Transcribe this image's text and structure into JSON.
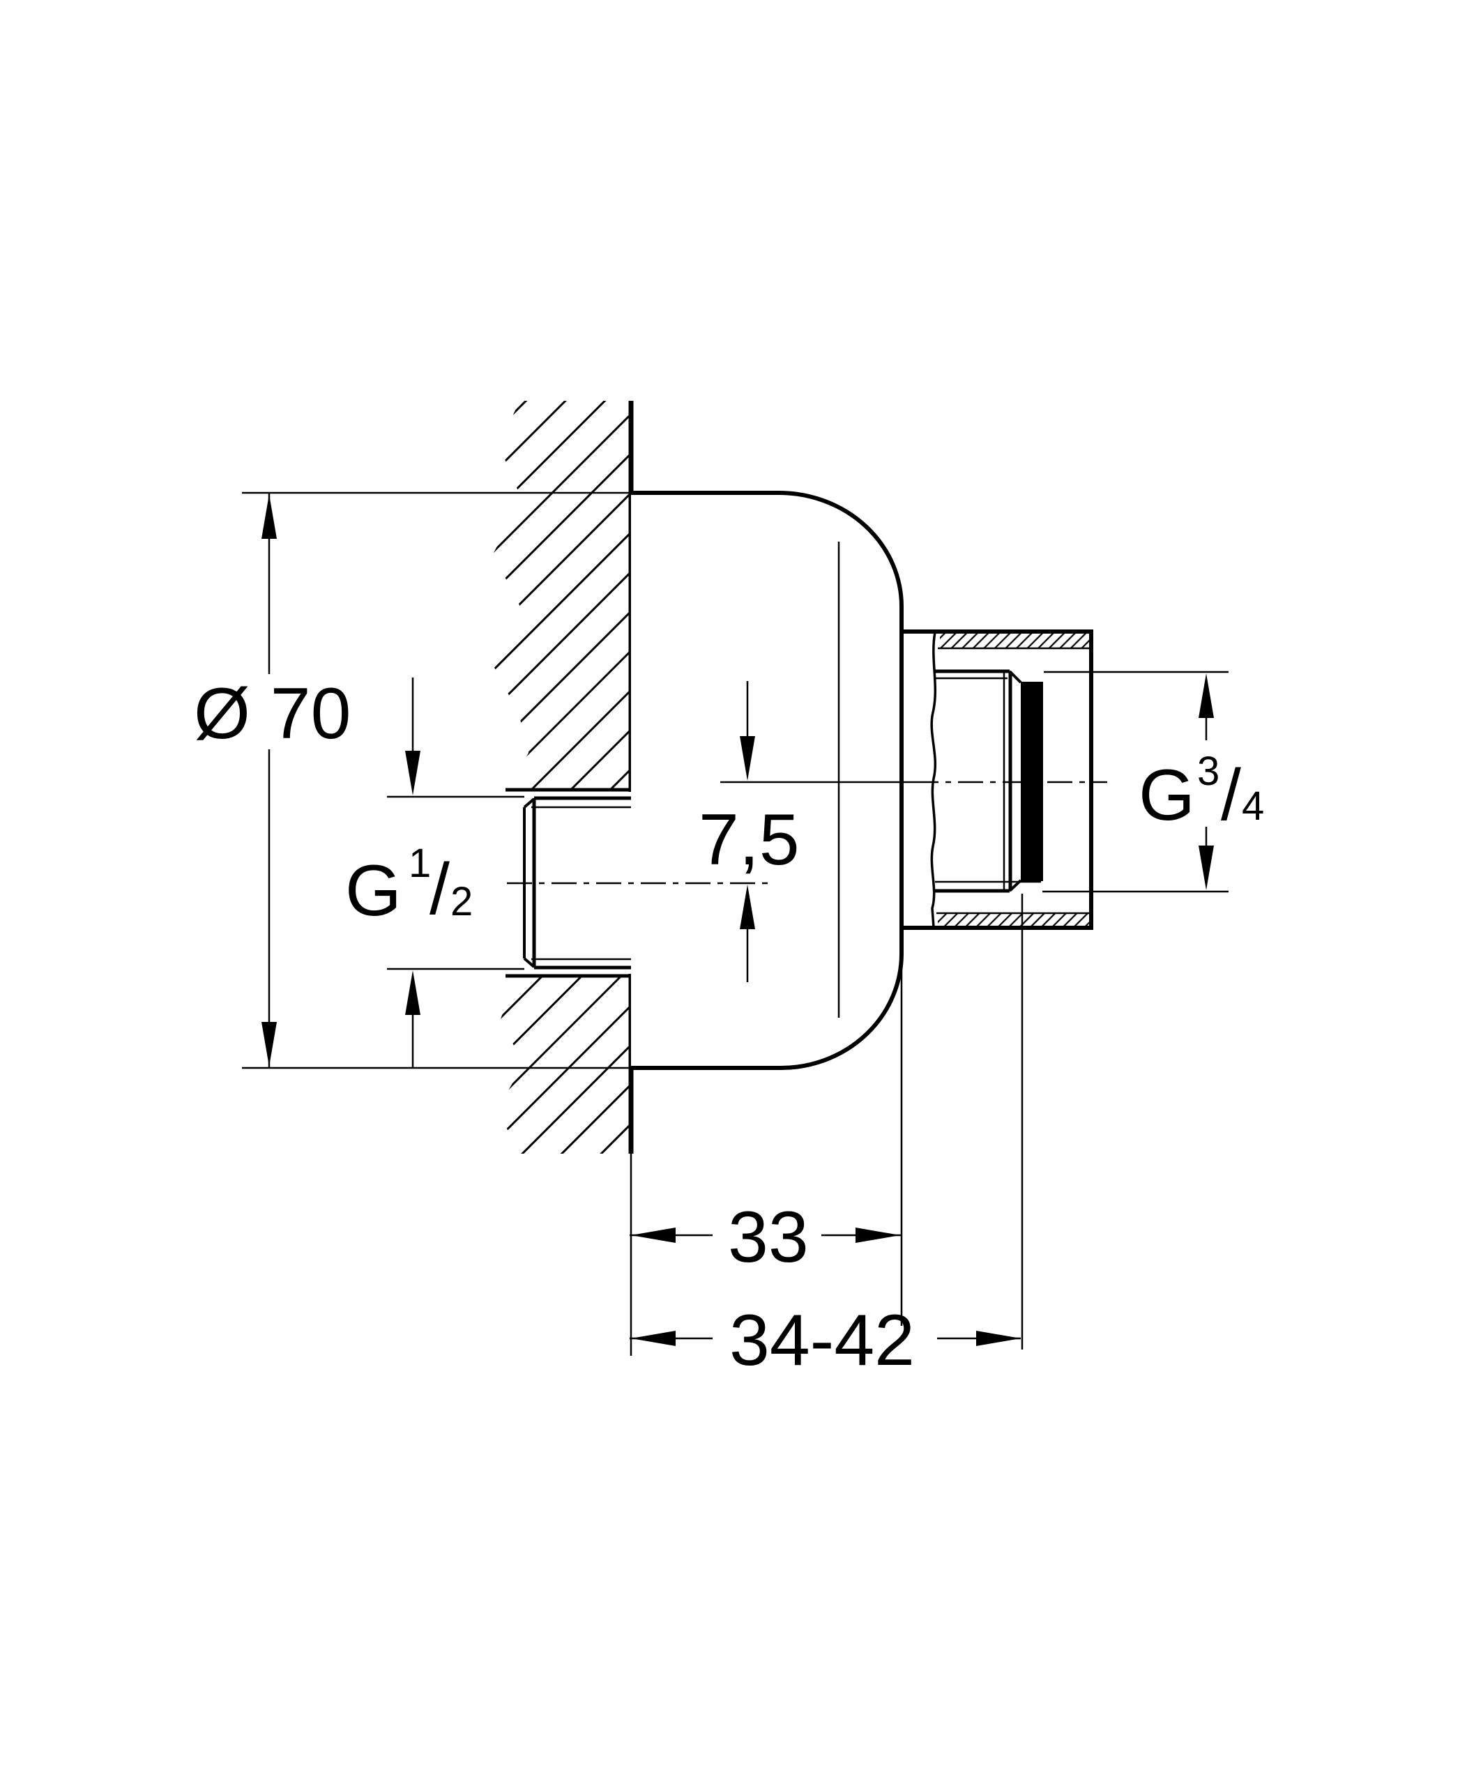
{
  "colors": {
    "ink": "#000000",
    "paper": "#ffffff",
    "seal_fill": "#000000"
  },
  "labels": {
    "diameter": "Ø 70",
    "axis_offset": "7,5",
    "projection": "33",
    "mounting_depth": "34-42",
    "left_thread": {
      "base": "G",
      "num": "1",
      "slash": "/",
      "den": "2"
    },
    "right_thread": {
      "base": "G",
      "num": "3",
      "slash": "/",
      "den": "4"
    }
  }
}
